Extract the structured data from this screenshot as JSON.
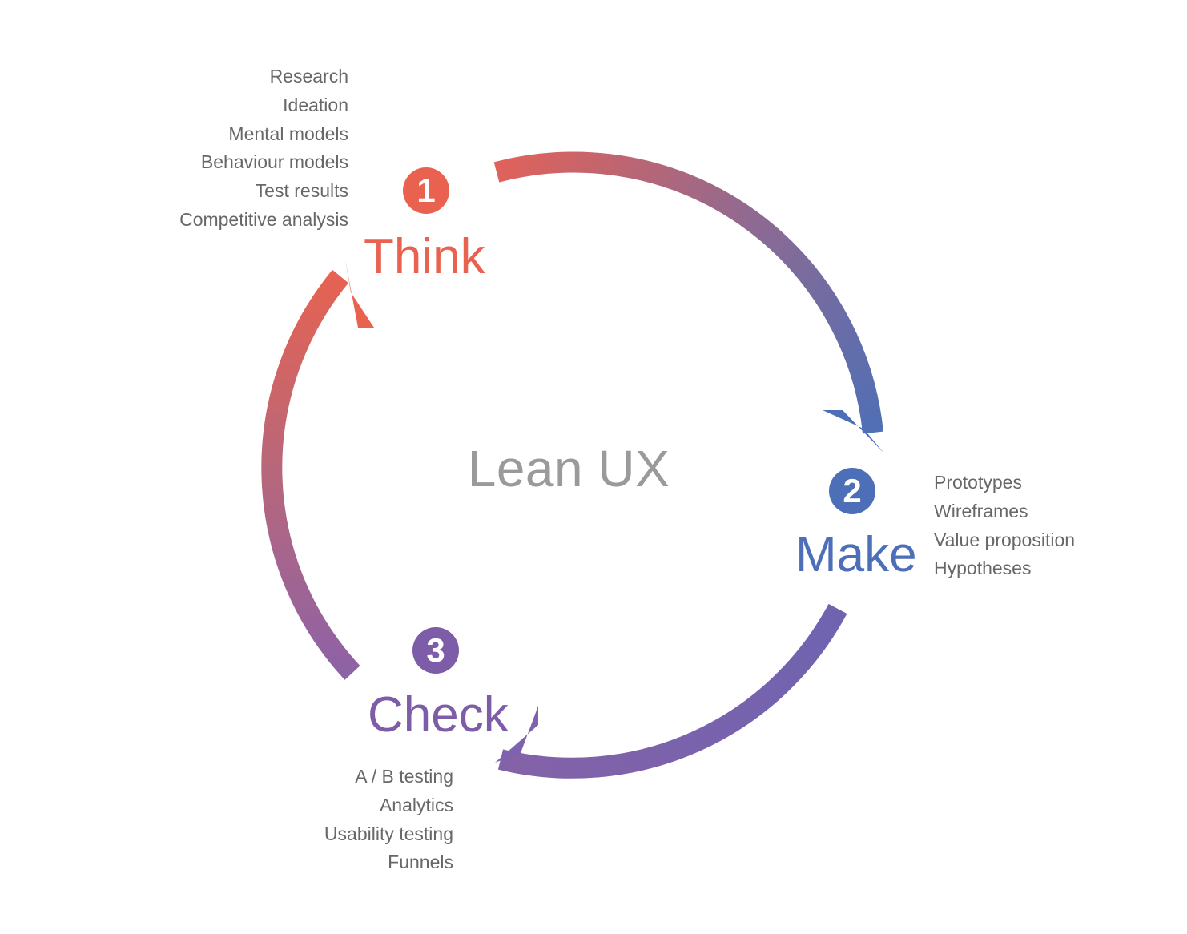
{
  "center_title": "Lean UX",
  "colors": {
    "think": "#e9624f",
    "make": "#4d6fb7",
    "check": "#7d5da8",
    "center_text": "#9a9a9a",
    "list_text": "#676767"
  },
  "steps": {
    "think": {
      "number": "1",
      "title": "Think",
      "items": [
        "Research",
        "Ideation",
        "Mental models",
        "Behaviour models",
        "Test results",
        "Competitive analysis"
      ]
    },
    "make": {
      "number": "2",
      "title": "Make",
      "items": [
        "Prototypes",
        "Wireframes",
        "Value proposition",
        "Hypotheses"
      ]
    },
    "check": {
      "number": "3",
      "title": "Check",
      "items": [
        "A / B testing",
        "Analytics",
        "Usability testing",
        "Funnels"
      ]
    }
  }
}
